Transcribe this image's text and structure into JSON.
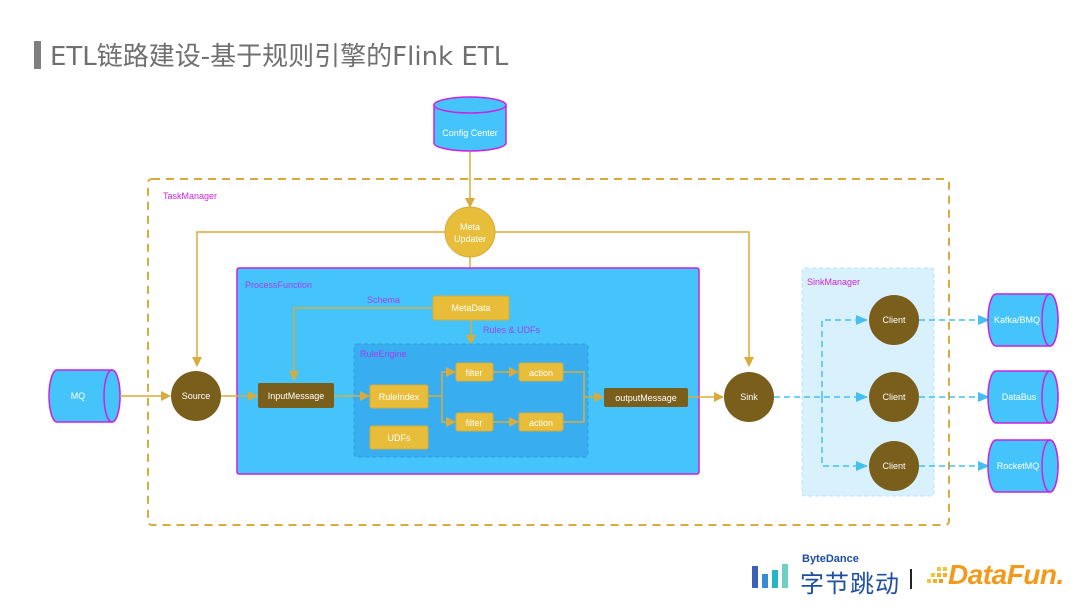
{
  "slide": {
    "title": "ETL链路建设-基于规则引擎的Flink ETL"
  },
  "diagram": {
    "containers": {
      "task_manager": "TaskManager",
      "process_function": "ProcessFunction",
      "rule_engine": "RuleEngine",
      "sink_manager": "SinkManager"
    },
    "nodes": {
      "config_center": "Config Center",
      "meta_updater_line1": "Meta",
      "meta_updater_line2": "Updater",
      "metadata": "MetaData",
      "mq": "MQ",
      "source": "Source",
      "input_message": "InputMessage",
      "rule_index": "RuleIndex",
      "udfs": "UDFs",
      "filter_1": "filter",
      "filter_2": "filter",
      "action_1": "action",
      "action_2": "action",
      "output_message": "outputMessage",
      "sink": "Sink",
      "client_1": "Client",
      "client_2": "Client",
      "client_3": "Client",
      "kafka_bmq": "Kafka/BMQ",
      "databus": "DataBus",
      "rocketmq": "RocketMQ"
    },
    "edge_labels": {
      "schema": "Schema",
      "rules_udfs": "Rules & UDFs"
    },
    "colors": {
      "gold": "#e8bd3a",
      "gold_line": "#d8ac3c",
      "brown": "#7a5e1c",
      "cyan": "#45c4fb",
      "rule_engine_bg": "#38aef0",
      "magenta": "#cc22dd",
      "purple_text": "#a640e8",
      "sink_bg": "#d9f1fc",
      "dashed_blue": "#44bff2"
    }
  },
  "footer": {
    "bytedance_en": "ByteDance",
    "bytedance_cn": "字节跳动",
    "datafun": "DataFun."
  }
}
